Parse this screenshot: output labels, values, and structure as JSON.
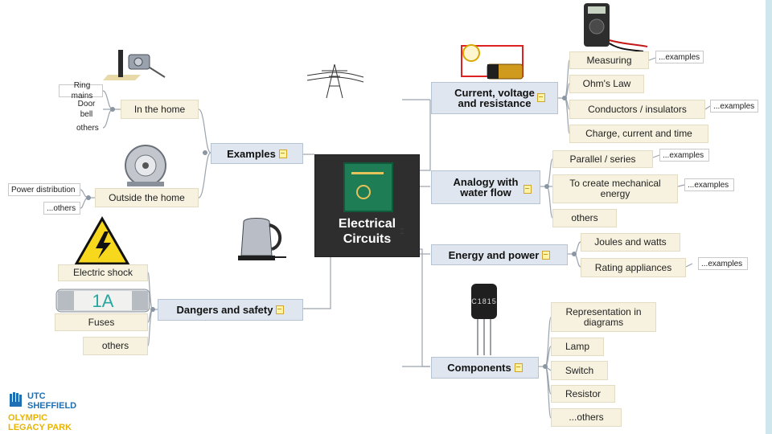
{
  "center": {
    "title_line1": "Electrical",
    "title_line2": "Circuits"
  },
  "left": {
    "examples": {
      "label": "Examples"
    },
    "in_the_home": {
      "label": "In the home"
    },
    "ring_mains": "Ring mains",
    "door_bell": "Door bell",
    "others_home": "others",
    "outside_home": {
      "label": "Outside the home"
    },
    "power_distribution": "Power distribution",
    "others_outside": "...others",
    "dangers": {
      "label": "Dangers and safety"
    },
    "electric_shock": "Electric shock",
    "fuses": "Fuses",
    "fuse_rating": "1A",
    "others_dangers": "others"
  },
  "right": {
    "current": {
      "line1": "Current, voltage",
      "line2": "and resistance"
    },
    "measuring": "Measuring",
    "measuring_examples": "...examples",
    "ohms_law": "Ohm's Law",
    "conductors": "Conductors / insulators",
    "conductors_examples": "...examples",
    "charge": "Charge, current and time",
    "analogy": {
      "line1": "Analogy with",
      "line2": "water flow"
    },
    "parallel": "Parallel / series",
    "parallel_examples": "...examples",
    "mechanical": {
      "line1": "To create mechanical",
      "line2": "energy"
    },
    "mechanical_examples": "...examples",
    "others_analogy": "others",
    "energy": {
      "label": "Energy and power"
    },
    "joules": "Joules and watts",
    "rating": "Rating appliances",
    "rating_examples": "...examples",
    "components": {
      "label": "Components"
    },
    "representation": {
      "line1": "Representation in",
      "line2": "diagrams"
    },
    "lamp": "Lamp",
    "switch": "Switch",
    "resistor": "Resistor",
    "others_components": "...others",
    "transistor_label": "C1815"
  },
  "logo": {
    "line1": "UTC",
    "line2": "SHEFFIELD",
    "line3": "OLYMPIC",
    "line4": "LEGACY PARK"
  },
  "colors": {
    "main_node": "#dfe6ef",
    "sub_node": "#f7f2df",
    "center": "#2e2e2e",
    "line": "#9aa3ad",
    "logo_blue": "#1c6fb3",
    "logo_yellow": "#e9b400"
  }
}
